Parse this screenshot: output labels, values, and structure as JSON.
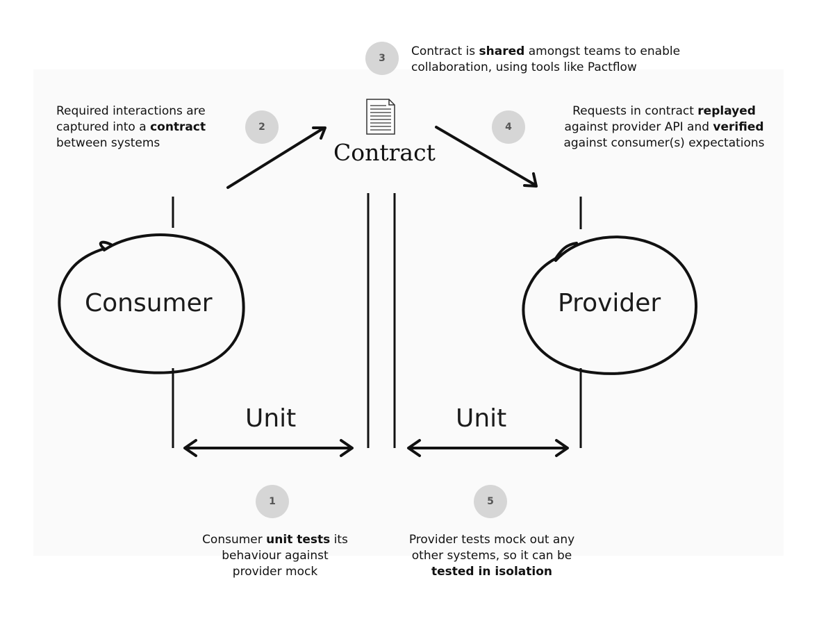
{
  "steps": [
    {
      "number": "1",
      "pre": "Consumer ",
      "bold": "unit tests",
      "post": " its behaviour against provider mock"
    },
    {
      "number": "2",
      "pre": "Required interactions are captured into a ",
      "bold": "contract",
      "post": " between systems"
    },
    {
      "number": "3",
      "pre": "Contract is ",
      "bold": "shared",
      "post": " amongst teams to enable collaboration, using tools like Pactflow"
    },
    {
      "number": "4",
      "pre": "Requests in contract ",
      "bold": "replayed",
      "mid": " against provider API and ",
      "bold2": "verified",
      "post": " against consumer(s) expectations"
    },
    {
      "number": "5",
      "pre": "Provider tests mock out any other systems, so it can be ",
      "bold": "tested in isolation",
      "post": ""
    }
  ],
  "nodes": {
    "consumer": "Consumer",
    "provider": "Provider",
    "contract": "Contract",
    "unit_left": "Unit",
    "unit_right": "Unit"
  },
  "icons": {
    "contract": "document-icon"
  }
}
